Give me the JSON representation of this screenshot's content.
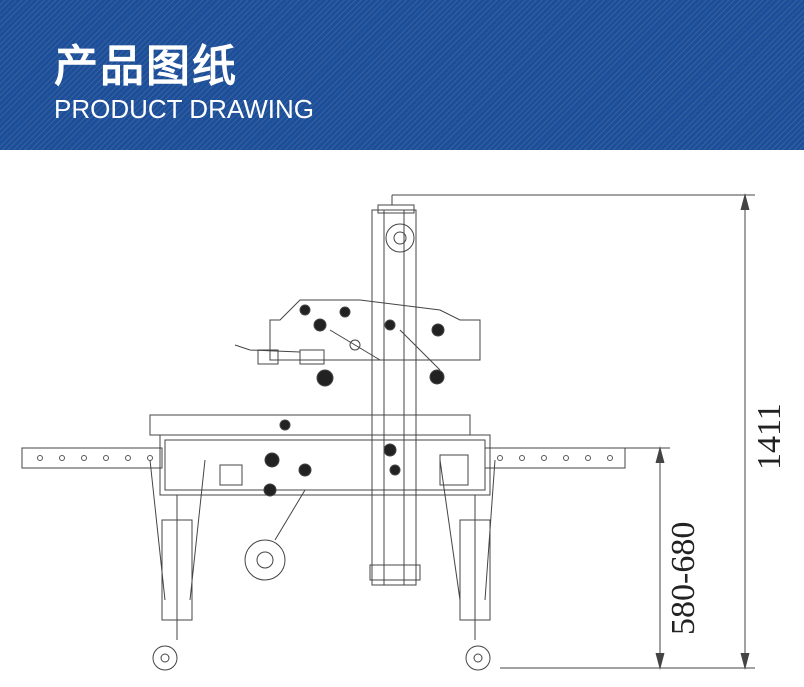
{
  "header": {
    "title_cn": "产品图纸",
    "title_en": "PRODUCT DRAWING"
  },
  "dimensions": {
    "total_height": "1411",
    "table_height": "580-680"
  },
  "colors": {
    "banner": "#1b4f9b",
    "line": "#333333"
  }
}
